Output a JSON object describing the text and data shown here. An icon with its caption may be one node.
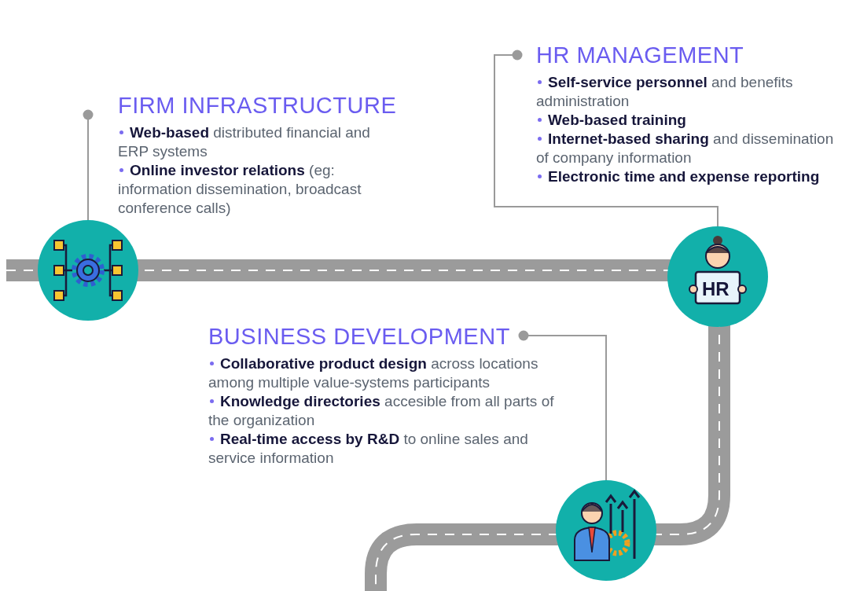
{
  "diagram": {
    "nodes": [
      {
        "text": [
          "FIRM INFRASTRUCTURE",
          "**Web-based** distributed financial and ERP systems",
          "**Online investor relations** (eg: information dissemination, broadcast conference calls)"
        ]
      },
      {
        "text": [],
        "shape": "circle"
      },
      {
        "text": [
          "HR MANAGEMENT",
          "**Self-service personnel** and benefits administration",
          "**Web-based training**",
          "**Internet-based sharing** and dissemination of company information",
          "**Electronic time and expense reporting**"
        ]
      },
      {
        "text": [
          "HR"
        ]
      },
      {
        "text": [
          "BUSINESS DEVELOPMENT",
          "**Collaborative product design** across locations among multiple value-systems participants",
          "**Knowledge directories** accesible from all parts of the organization",
          "**Real-time access by R&D** to online sales and service information"
        ]
      },
      {
        "text": [],
        "shape": "circle"
      }
    ],
    "edges": [
      {
        "from": 0,
        "to": 1,
        "arrow": "other"
      },
      {
        "from": 2,
        "to": 3,
        "arrow": "other"
      },
      {
        "from": 4,
        "to": 5,
        "arrow": "other"
      }
    ]
  }
}
